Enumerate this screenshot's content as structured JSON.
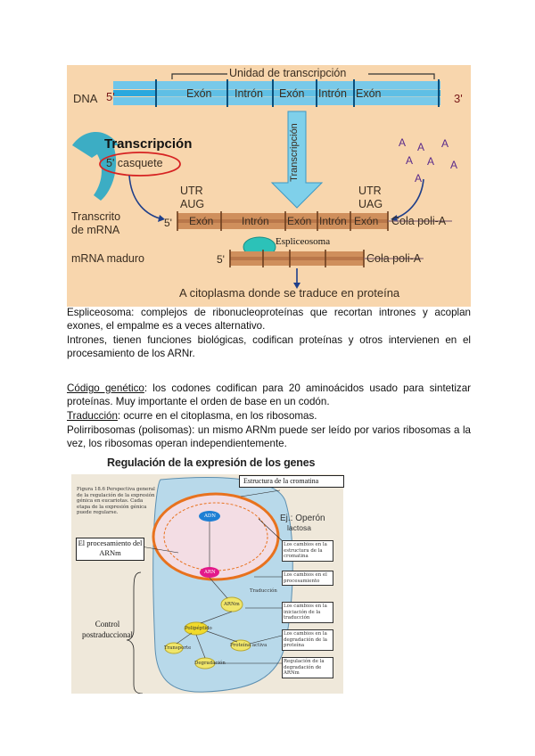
{
  "figure1": {
    "dna_label": "DNA",
    "five_prime": "5'",
    "three_prime": "3'",
    "unit_title": "Unidad de transcripción",
    "gene_segments": [
      "Exón",
      "Intrón",
      "Exón",
      "Intrón",
      "Exón"
    ],
    "transcription_heading": "Transcripción",
    "arrow_label": "Transcripción",
    "cap_label": "5' casquete",
    "utr_left": "UTR",
    "aug": "AUG",
    "utr_right": "UTR",
    "uag": "UAG",
    "transcript_label_1": "Transcrito",
    "transcript_label_2": "de mRNA",
    "transcript_segments": [
      "Exón",
      "Intrón",
      "Exón",
      "Intrón",
      "Exón"
    ],
    "poly_a": "Cola poli-A",
    "spliceosome": "Espliceosoma",
    "mature_label": "mRNA maduro",
    "mature_five": "5'",
    "mature_poly_a": "Cola poli-A",
    "a_letters": [
      "A",
      "A",
      "A",
      "A",
      "A",
      "A",
      "A"
    ],
    "bottom_caption": "A citoplasma donde se traduce en proteína"
  },
  "text": {
    "p1": " Espliceosoma: complejos de ribonucleoproteínas que recortan intrones y acoplan exones, el empalme es a veces alternativo.",
    "p2": "Intrones, tienen funciones biológicas, codifican proteínas y otros intervienen en el procesamiento de los ARNr.",
    "p3_term": "Código genético",
    "p3_rest": ": los codones codifican para 20 aminoácidos usado para sintetizar proteínas. Muy importante el orden de base en un codón.",
    "p4_term": "Traducción",
    "p4_rest": ": ocurre en el citoplasma, en los ribosomas.",
    "p5": "Polirribosomas (polisomas): un mismo ARNm puede ser leído por varios ribosomas a la vez, los ribosomas operan independientemente."
  },
  "figure2": {
    "title": "Regulación de la expresión de los genes",
    "chromatin_label": "Estructura de la cromatina",
    "operon_label_1": "Ej.: Operón",
    "operon_label_2": "lactosa",
    "processing_label_1": "El procesamiento del",
    "processing_label_2": "ARNm",
    "control_label_1": "Control",
    "control_label_2": "postraduccional",
    "caption_text": "Figura 18.6 Perspectiva general de la regulación de la expresión génica en eucariotas. Cada etapa de la expresión génica puede regularse.",
    "node_adn": "ADN",
    "node_arn": "ARN",
    "node_arnm": "ARNm",
    "node_traduccion": "Traducción",
    "node_polipeptido": "Polipéptido",
    "node_proteina": "Proteína activa",
    "node_degradacion": "Degradación",
    "node_transporte": "Transporte",
    "box_a": "Los cambios en la estructura de la cromatina",
    "box_b": "Los cambios en la iniciación de la traducción",
    "box_c": "Los cambios en la degradación de la proteína",
    "box_d": "Los cambios en el procesamiento",
    "box_e": "Regulación de la degradación de ARNm"
  }
}
